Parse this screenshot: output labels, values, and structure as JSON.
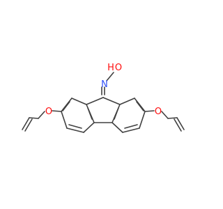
{
  "molecule": {
    "atoms": {
      "oxime_hydroxyl_h": "H",
      "oxime_hydroxyl_o": "O",
      "oxime_n": "N",
      "ether_o_left": "O",
      "ether_o_right": "O"
    },
    "colors": {
      "bond": "#404040",
      "oxygen": "#ff0d0d",
      "nitrogen": "#3050f8",
      "background": "#ffffff"
    }
  }
}
